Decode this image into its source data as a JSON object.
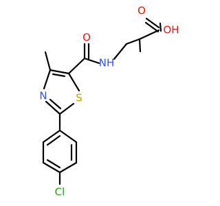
{
  "molecule": {
    "atoms": {
      "oxygen_carbonyl_acid": {
        "label": "O",
        "color": "#ff0d0d"
      },
      "oxygen_hydroxyl": {
        "label": "OH",
        "color": "#ff0d0d"
      },
      "oxygen_amide": {
        "label": "O",
        "color": "#ff0d0d"
      },
      "nitrogen_amide": {
        "label": "NH",
        "color": "#3050f8"
      },
      "nitrogen_ring": {
        "label": "N",
        "color": "#3050f8"
      },
      "sulfur_ring": {
        "label": "S",
        "color": "#c8a000"
      },
      "chlorine": {
        "label": "Cl",
        "color": "#1fa01f"
      }
    }
  }
}
